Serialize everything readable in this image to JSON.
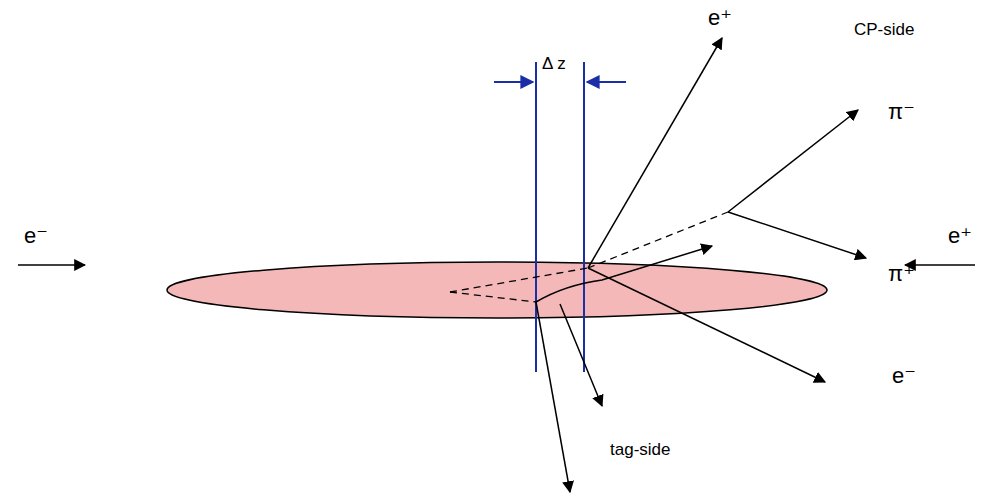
{
  "diagram": {
    "labels": [
      "e⁺",
      "CP-side",
      "Δ z",
      "π⁻",
      "e⁻",
      "e⁺",
      "π⁺",
      "e⁻",
      "tag-side"
    ]
  }
}
